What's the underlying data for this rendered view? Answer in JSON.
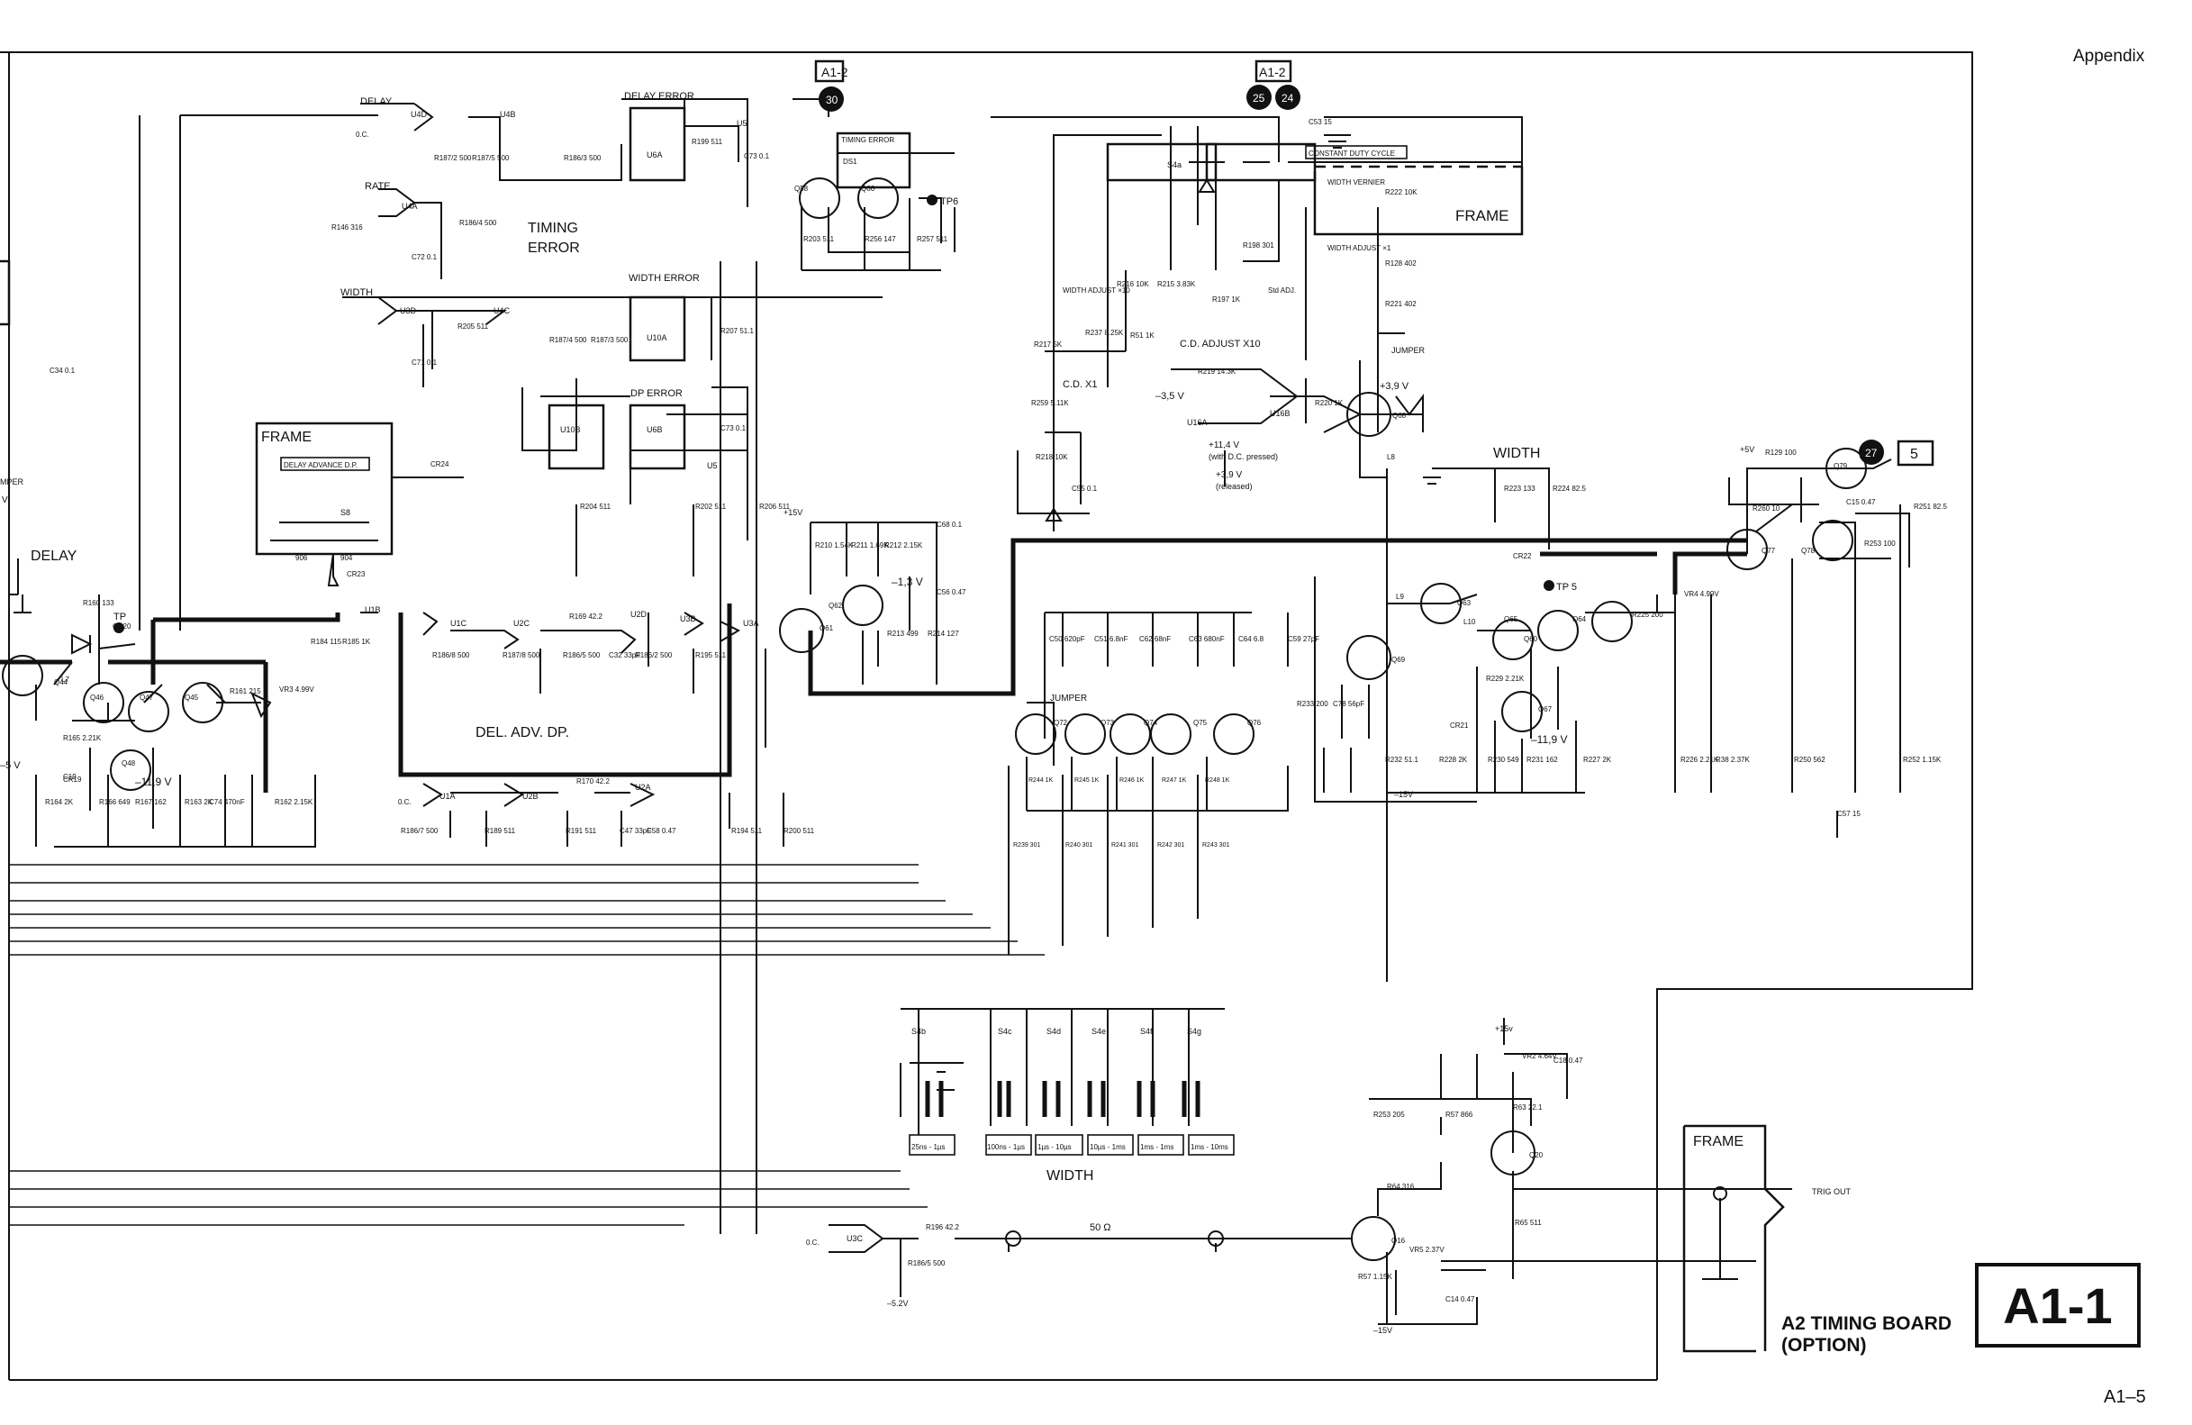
{
  "header": {
    "section": "Appendix",
    "page_number": "A1–5"
  },
  "board": {
    "tag": "A1-1",
    "title_line1": "A2 TIMING BOARD",
    "title_line2": "(OPTION)"
  },
  "connectors": {
    "ref_a12_left": "A1-2",
    "ref_a12_right": "A1-2",
    "node_30": "30",
    "node_25": "25",
    "node_24": "24",
    "node_27": "27",
    "ref_5": "5",
    "tp6": "TP6",
    "tp5": "TP 5",
    "tp": "TP",
    "trig_out": "TRIG OUT",
    "jumper": "JUMPER",
    "jumper2": "JUMPER"
  },
  "frames": {
    "frame_top_right": "FRAME",
    "frame_left": "FRAME",
    "frame_bottom_right": "FRAME",
    "delay_advance": "DELAY ADVANCE D.P.",
    "constant_duty": "CONSTANT DUTY CYCLE",
    "timing_error_box": "TIMING ERROR"
  },
  "section_labels": {
    "timing_error_1": "TIMING",
    "timing_error_2": "ERROR",
    "delay": "DELAY",
    "del_adv_dp": "DEL. ADV. DP.",
    "width_mid": "WIDTH",
    "width_bottom": "WIDTH",
    "delay_error": "DELAY ERROR",
    "width_error": "WIDTH ERROR",
    "dp_error": "DP ERROR",
    "delay_in": "DELAY",
    "rate_in": "RATE",
    "width_in": "WIDTH",
    "width_adjust_x10": "WIDTH ADJUST ×10",
    "width_adjust_x1": "WIDTH ADJUST ×1",
    "width_vernier": "WIDTH VERNIER",
    "cd_adjust_x10": "C.D. ADJUST X10",
    "cd_x1": "C.D. X1",
    "std_adj": "Std ADJ.",
    "ampr": "MPER",
    "v_left": "V",
    "v_left2": "–5 V"
  },
  "range_labels": [
    "25ns - 1µs",
    "100ns - 1µs",
    "1µs - 10µs",
    "10µs - 1ms",
    "1ms - 1ms",
    "1ms - 10ms"
  ],
  "switch_labels": [
    "S4b",
    "S4c",
    "S4d",
    "S4e",
    "S4f",
    "S4g",
    "S4a",
    "S8"
  ],
  "voltages": {
    "v_minus_3_5": "–3,5 V",
    "v_plus_11_4": "+11,4 V",
    "dc_pressed": "(with D.C. pressed)",
    "v_plus_3_9_a": "+3,9 V",
    "released": "(released)",
    "v_plus_3_9_b": "+3,9 V",
    "v_minus_1_3": "–1,3 V",
    "v_minus_11_9_a": "–11,9 V",
    "v_minus_11_9_b": "–11,9 V",
    "v_minus_15": "–15V",
    "v_plus_15": "+15V",
    "v_plus_5": "+5V",
    "v_plus_15_b": "+15v",
    "v_minus_15_b": "–15V",
    "v_minus_5_2": "–5.2V",
    "fifty_ohm": "50 Ω"
  },
  "gates": [
    "U4D",
    "U4B",
    "U6A",
    "U5",
    "U4A",
    "U3D",
    "U4C",
    "U10A",
    "U10B",
    "U6B",
    "U5",
    "U1B",
    "U1C",
    "U2C",
    "U2D",
    "U3B",
    "U3A",
    "U1A",
    "U2B",
    "U2A",
    "U3C",
    "U16A",
    "U16B"
  ],
  "transistors": [
    "Q58",
    "Q66",
    "Q44",
    "Q46",
    "Q47",
    "Q45",
    "Q48",
    "Q62",
    "Q61",
    "Q68",
    "Q72",
    "Q73",
    "Q74",
    "Q75",
    "Q76",
    "Q69",
    "Q63",
    "Q65",
    "Q60",
    "Q64",
    "Q67",
    "Q77",
    "Q78",
    "Q79",
    "Q20",
    "Q16"
  ],
  "resistors_top": [
    "R187/2 500",
    "R187/5 500",
    "R186/3 500",
    "R199 511",
    "R203 511",
    "R256 147",
    "R257 511",
    "R146 316",
    "R186/4 500",
    "R205 511",
    "R187/4 500",
    "R187/3 500",
    "R207 51.1",
    "R204 511",
    "R202 511",
    "R206 511",
    "R210 1.54K",
    "R211 1.69K",
    "R212 2.15K",
    "R213 499",
    "R214 127"
  ],
  "resistors_left": [
    "R160 133",
    "R184 115",
    "R185 1K",
    "R165 2.21K",
    "R161 215",
    "R164 2K",
    "R166 649",
    "R167 162",
    "R163 2K",
    "R162 2.15K",
    "R186/8 500",
    "R169 42.2",
    "R187/8 500",
    "R186/5 500",
    "R186/2 500",
    "R195 511",
    "R170 42.2",
    "R186/7 500",
    "R189 511",
    "R191 511",
    "R194 511",
    "R200 511",
    "R196 42.2",
    "R186/5 500"
  ],
  "resistors_right": [
    "R222 10K",
    "R128 402",
    "R221 402",
    "R198 301",
    "R197 1K",
    "R216 10K",
    "R215 3.83K",
    "R237 8.25K",
    "R217 5K",
    "R51 1K",
    "R219 14.3K",
    "R220 1K",
    "R259 5.11K",
    "R218 10K",
    "R223 133",
    "R224 82.5",
    "R129 100",
    "R260 10",
    "R251 82.5",
    "R253 100",
    "R225 200",
    "R233 200",
    "R229 2.21K",
    "R232 51.1",
    "R228 2K",
    "R230 549",
    "R231 162",
    "R227 2K",
    "R226 2.21K",
    "R38 2.37K",
    "R250 562",
    "R252 1.15K",
    "R244 1K",
    "R245 1K",
    "R246 1K",
    "R247 1K",
    "R248 1K",
    "R239 301",
    "R240 301",
    "R241 301",
    "R242 301",
    "R243 301",
    "R253 205",
    "R57 866",
    "R63 22.1",
    "R64 316",
    "R65 511",
    "R57 1.15K"
  ],
  "capacitors": [
    "C53 15",
    "C72 0.1",
    "C71 0.1",
    "C73 0.1",
    "C73 0.1",
    "C34 0.1",
    "C68 0.1",
    "C56 0.47",
    "C32 33pF",
    "C47 33pF",
    "C58 0.47",
    "C19 ",
    "C74 470nF",
    "C55 0.1",
    "C15 0.47",
    "C50 620pF",
    "C51 6.8nF",
    "C62 68nF",
    "C63 680nF",
    "C64 6.8",
    "C59 27pF",
    "C78 56pF",
    "C57 15",
    "C18 0.47",
    "C14 0.47"
  ],
  "diodes": [
    "DS1",
    "CR24",
    "CR23",
    "CR20",
    "CR19",
    "CR22",
    "CR21",
    "VR3 4.99V",
    "VR4 4.99V",
    "VR2 4.64V",
    "VR5 2.37V"
  ],
  "misc": {
    "oc1": "0.C.",
    "oc2": "0.C.",
    "oc3": "0.C.",
    "pin_906": "906",
    "pin_904": "904",
    "l7": "L7",
    "l8": "L8",
    "l9": "L9",
    "l10": "L10"
  },
  "colors": {
    "ink": "#111111",
    "paper": "#ffffff"
  }
}
